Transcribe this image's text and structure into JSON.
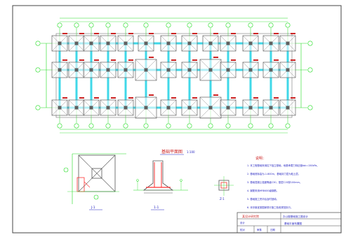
{
  "drawing": {
    "plan_title": "基础平面图",
    "plan_scale": "1:100",
    "notes_title": "说明：",
    "notes": [
      "1. 本工程基础采用柱下独立基础，地基承载力特征值fak=150kPa。",
      "2. 基础底标高为-1.800m，基础持力层为粘土层。",
      "3. 基础混凝土强度等级C30，垫层C15厚100mm。",
      "4. 钢筋采用HRB400级钢筋。",
      "5. 基础施工完毕后及时回填。",
      "6. 未尽事宜按国家现行施工验收规范执行。"
    ],
    "detail_labels": {
      "plan_detail": "J-1",
      "section_detail": "1-1",
      "small_detail": "Z-1"
    },
    "title_block": {
      "company": "某设计研究院",
      "project": "办公楼基础施工图设计",
      "drawing_name": "基础平面布置图",
      "fields": [
        "设计",
        "校对",
        "审核",
        "日期"
      ]
    },
    "colors": {
      "background": "#ffffff",
      "grid": "#22dd22",
      "beam": "#40d8e8",
      "outline": "#777777",
      "footing": "#606060",
      "rebar": "#ff3030",
      "text": "#1f1fbf",
      "annot": "#cc2222"
    }
  }
}
